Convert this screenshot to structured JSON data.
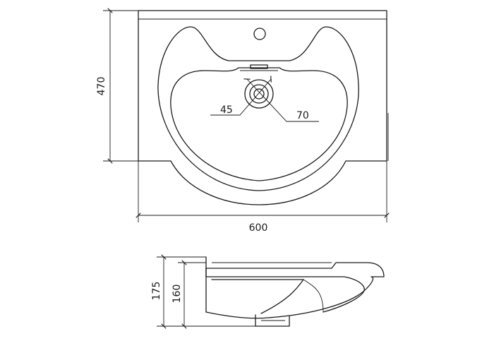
{
  "top_view": {
    "width_label": "600",
    "height_label": "470",
    "drain_outer_label": "70",
    "drain_inner_label": "45"
  },
  "side_view": {
    "total_height_label": "175",
    "bowl_height_label": "160"
  }
}
